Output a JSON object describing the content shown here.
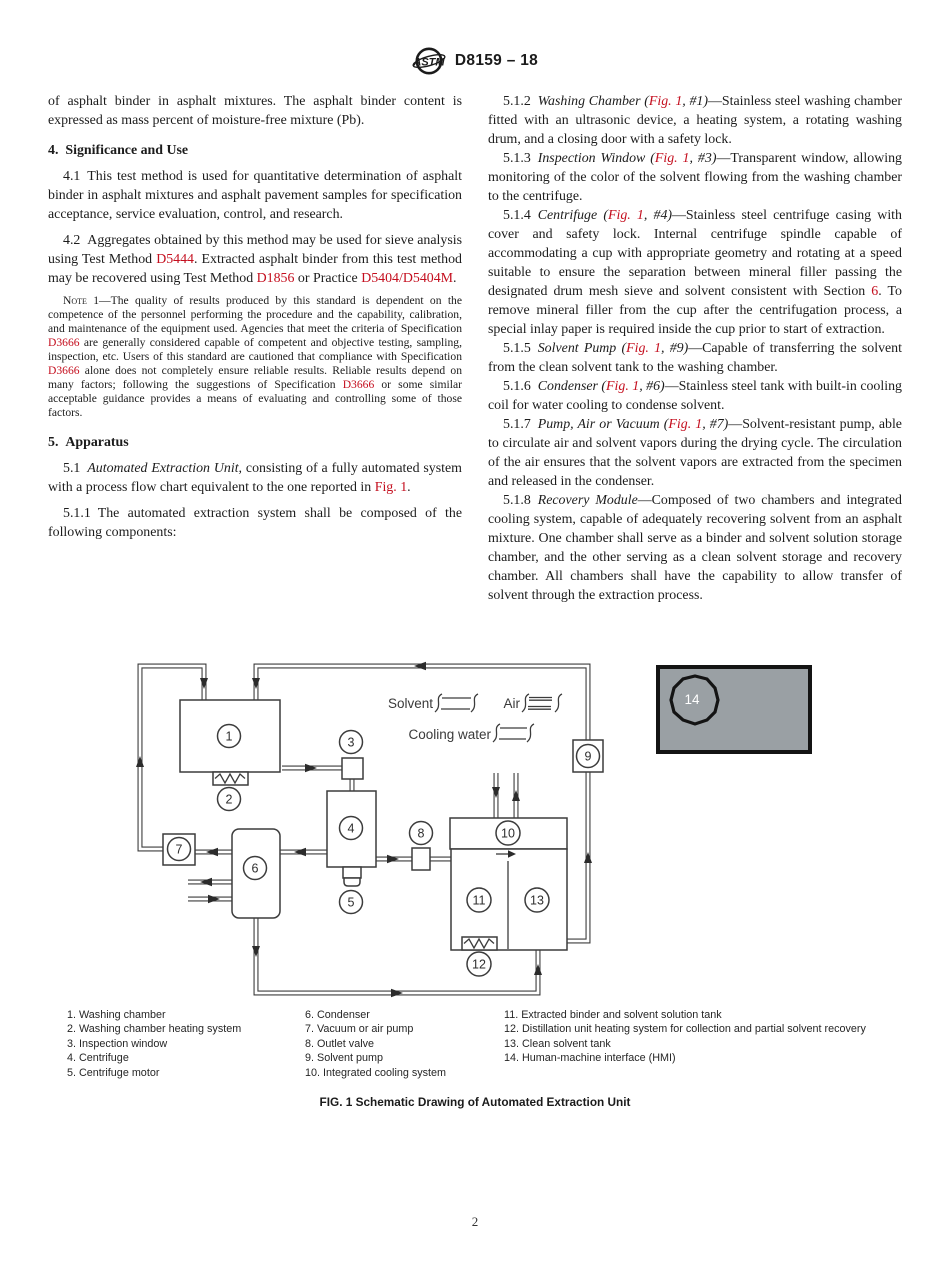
{
  "colors": {
    "link": "#c40e1e",
    "hmi_gray": "#9aa0a4"
  },
  "header": {
    "logo_text": "ASTM",
    "standard_number": "D8159 – 18"
  },
  "page": {
    "number": "2"
  },
  "columns": {
    "left": [
      {
        "type": "p",
        "cont": true,
        "segments": [
          {
            "t": "of asphalt binder in asphalt mixtures. The asphalt binder content is expressed as mass percent of moisture-free mixture (Pb)."
          }
        ]
      },
      {
        "type": "h",
        "segments": [
          {
            "t": "4. Significance and Use"
          }
        ]
      },
      {
        "type": "p",
        "segments": [
          {
            "t": "4.1 This test method is used for quantitative determination of asphalt binder in asphalt mixtures and asphalt pavement samples for specification acceptance, service evaluation, control, and research."
          }
        ]
      },
      {
        "type": "p",
        "segments": [
          {
            "t": "4.2 Aggregates obtained by this method may be used for sieve analysis using Test Method "
          },
          {
            "t": "D5444",
            "s": "link"
          },
          {
            "t": ". Extracted asphalt binder from this test method may be recovered using Test Method "
          },
          {
            "t": "D1856",
            "s": "link"
          },
          {
            "t": " or Practice "
          },
          {
            "t": "D5404/D5404M",
            "s": "link"
          },
          {
            "t": "."
          }
        ]
      },
      {
        "type": "note",
        "segments": [
          {
            "t": "Note 1—",
            "s": "sc"
          },
          {
            "t": "The quality of results produced by this standard is dependent on the competence of the personnel performing the procedure and the capability, calibration, and maintenance of the equipment used. Agencies that meet the criteria of Specification "
          },
          {
            "t": "D3666",
            "s": "link"
          },
          {
            "t": " are generally considered capable of competent and objective testing, sampling, inspection, etc. Users of this standard are cautioned that compliance with Specification "
          },
          {
            "t": "D3666",
            "s": "link"
          },
          {
            "t": " alone does not completely ensure reliable results. Reliable results depend on many factors; following the suggestions of Specification "
          },
          {
            "t": "D3666",
            "s": "link"
          },
          {
            "t": " or some similar acceptable guidance provides a means of evaluating and controlling some of those factors."
          }
        ]
      },
      {
        "type": "h",
        "segments": [
          {
            "t": "5. Apparatus"
          }
        ]
      },
      {
        "type": "p",
        "segments": [
          {
            "t": "5.1 "
          },
          {
            "t": "Automated Extraction Unit,",
            "s": "i"
          },
          {
            "t": " consisting of a fully automated system with a process flow chart equivalent to the one reported in "
          },
          {
            "t": "Fig. 1",
            "s": "link"
          },
          {
            "t": "."
          }
        ]
      },
      {
        "type": "p",
        "segments": [
          {
            "t": "5.1.1 The automated extraction system shall be composed of the following components:"
          }
        ]
      }
    ],
    "right": [
      {
        "type": "p",
        "segments": [
          {
            "t": "5.1.2 "
          },
          {
            "t": "Washing Chamber (",
            "s": "i"
          },
          {
            "t": "Fig. 1",
            "s": "ilink"
          },
          {
            "t": ", #1)",
            "s": "i"
          },
          {
            "t": "—Stainless steel washing chamber fitted with an ultrasonic device, a heating system, a rotating washing drum, and a closing door with a safety lock."
          }
        ]
      },
      {
        "type": "p",
        "segments": [
          {
            "t": "5.1.3 "
          },
          {
            "t": "Inspection Window (",
            "s": "i"
          },
          {
            "t": "Fig. 1",
            "s": "ilink"
          },
          {
            "t": ", #3)",
            "s": "i"
          },
          {
            "t": "—Transparent window, allowing monitoring of the color of the solvent flowing from the washing chamber to the centrifuge."
          }
        ]
      },
      {
        "type": "p",
        "segments": [
          {
            "t": "5.1.4 "
          },
          {
            "t": "Centrifuge (",
            "s": "i"
          },
          {
            "t": "Fig. 1",
            "s": "ilink"
          },
          {
            "t": ", #4)",
            "s": "i"
          },
          {
            "t": "—Stainless steel centrifuge casing with cover and safety lock. Internal centrifuge spindle capable of accommodating a cup with appropriate geometry and rotating at a speed suitable to ensure the separation between mineral filler passing the designated drum mesh sieve and solvent consistent with Section "
          },
          {
            "t": "6",
            "s": "link"
          },
          {
            "t": ". To remove mineral filler from the cup after the centrifugation process, a special inlay paper is required inside the cup prior to start of extraction."
          }
        ]
      },
      {
        "type": "p",
        "segments": [
          {
            "t": "5.1.5 "
          },
          {
            "t": "Solvent Pump (",
            "s": "i"
          },
          {
            "t": "Fig. 1",
            "s": "ilink"
          },
          {
            "t": ", #9)",
            "s": "i"
          },
          {
            "t": "—Capable of transferring the solvent from the clean solvent tank to the washing chamber."
          }
        ]
      },
      {
        "type": "p",
        "segments": [
          {
            "t": "5.1.6 "
          },
          {
            "t": "Condenser (",
            "s": "i"
          },
          {
            "t": "Fig. 1",
            "s": "ilink"
          },
          {
            "t": ", #6)",
            "s": "i"
          },
          {
            "t": "—Stainless steel tank with built-in cooling coil for water cooling to condense solvent."
          }
        ]
      },
      {
        "type": "p",
        "segments": [
          {
            "t": "5.1.7 "
          },
          {
            "t": "Pump, Air or Vacuum (",
            "s": "i"
          },
          {
            "t": "Fig. 1",
            "s": "ilink"
          },
          {
            "t": ", #7)",
            "s": "i"
          },
          {
            "t": "—Solvent-resistant pump, able to circulate air and solvent vapors during the drying cycle. The circulation of the air ensures that the solvent vapors are extracted from the specimen and released in the condenser."
          }
        ]
      },
      {
        "type": "p",
        "segments": [
          {
            "t": "5.1.8 "
          },
          {
            "t": "Recovery Module",
            "s": "i"
          },
          {
            "t": "—Composed of two chambers and integrated cooling system, capable of adequately recovering solvent from an asphalt mixture. One chamber shall serve as a binder and solvent solution storage chamber, and the other serving as a clean solvent storage and recovery chamber. All chambers shall have the capability to allow transfer of solvent through the extraction process."
          }
        ]
      }
    ]
  },
  "figure": {
    "legend_labels": {
      "solvent": "Solvent",
      "air": "Air",
      "cooling_water": "Cooling water"
    },
    "circle_labels": [
      "1",
      "2",
      "3",
      "4",
      "5",
      "6",
      "7",
      "8",
      "9",
      "10",
      "11",
      "12",
      "13",
      "14"
    ],
    "component_list": {
      "col1": [
        "1. Washing chamber",
        "2. Washing chamber heating system",
        "3. Inspection window",
        "4. Centrifuge",
        "5. Centrifuge motor"
      ],
      "col2": [
        "6. Condenser",
        "7. Vacuum or air pump",
        "8. Outlet valve",
        "9. Solvent pump",
        "10. Integrated cooling system"
      ],
      "col3": [
        "11. Extracted binder and solvent solution tank",
        "12. Distillation unit heating system for collection and partial solvent recovery",
        "13. Clean solvent tank",
        "14. Human-machine interface (HMI)"
      ]
    },
    "caption": "FIG. 1 Schematic Drawing of Automated Extraction Unit"
  }
}
